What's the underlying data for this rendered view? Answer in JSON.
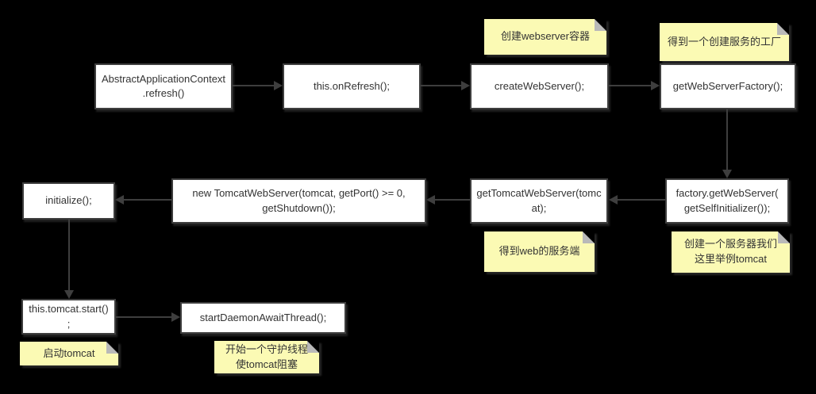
{
  "colors": {
    "background": "#000000",
    "node-fill": "#ffffff",
    "node-border": "#3e3e3e",
    "node-text": "#333333",
    "note-fill": "#fbfab4",
    "note-fold": "#b9b9b9",
    "note-text": "#333333",
    "arrow": "#3e3e3e"
  },
  "nodes": [
    {
      "id": "abstract-refresh",
      "label": "AbstractApplicationContext.refresh()"
    },
    {
      "id": "on-refresh",
      "label": "this.onRefresh();"
    },
    {
      "id": "create-web-server",
      "label": "createWebServer();"
    },
    {
      "id": "get-web-server-factory",
      "label": "getWebServerFactory();"
    },
    {
      "id": "factory-get-web-server",
      "label": "factory.getWebServer(getSelfInitializer());"
    },
    {
      "id": "get-tomcat-web-server",
      "label": "getTomcatWebServer(tomcat);"
    },
    {
      "id": "new-tomcat-web-server",
      "label": "new TomcatWebServer(tomcat, getPort() >= 0, getShutdown());"
    },
    {
      "id": "initialize",
      "label": "initialize();"
    },
    {
      "id": "this-tomcat-start",
      "label": "this.tomcat.start();"
    },
    {
      "id": "start-daemon-await-thread",
      "label": "startDaemonAwaitThread();"
    }
  ],
  "notes": [
    {
      "id": "create-webserver-container",
      "text": "创建webserver容器"
    },
    {
      "id": "get-creation-factory",
      "text": "得到一个创建服务的工厂"
    },
    {
      "id": "get-web-server-side",
      "text": "得到web的服务端"
    },
    {
      "id": "create-server-example-tomcat",
      "text": "创建一个服务器我们这里举例tomcat"
    },
    {
      "id": "start-tomcat",
      "text": "启动tomcat"
    },
    {
      "id": "daemon-thread-blocks-tomcat",
      "text": "开始一个守护线程使tomcat阻塞"
    }
  ],
  "connections": [
    {
      "from": "abstract-refresh",
      "to": "on-refresh",
      "direction": "right"
    },
    {
      "from": "on-refresh",
      "to": "create-web-server",
      "direction": "right"
    },
    {
      "from": "create-web-server",
      "to": "get-web-server-factory",
      "direction": "right"
    },
    {
      "from": "get-web-server-factory",
      "to": "factory-get-web-server",
      "direction": "down"
    },
    {
      "from": "factory-get-web-server",
      "to": "get-tomcat-web-server",
      "direction": "left"
    },
    {
      "from": "get-tomcat-web-server",
      "to": "new-tomcat-web-server",
      "direction": "left"
    },
    {
      "from": "new-tomcat-web-server",
      "to": "initialize",
      "direction": "left"
    },
    {
      "from": "initialize",
      "to": "this-tomcat-start",
      "direction": "down"
    },
    {
      "from": "this-tomcat-start",
      "to": "start-daemon-await-thread",
      "direction": "right"
    }
  ]
}
